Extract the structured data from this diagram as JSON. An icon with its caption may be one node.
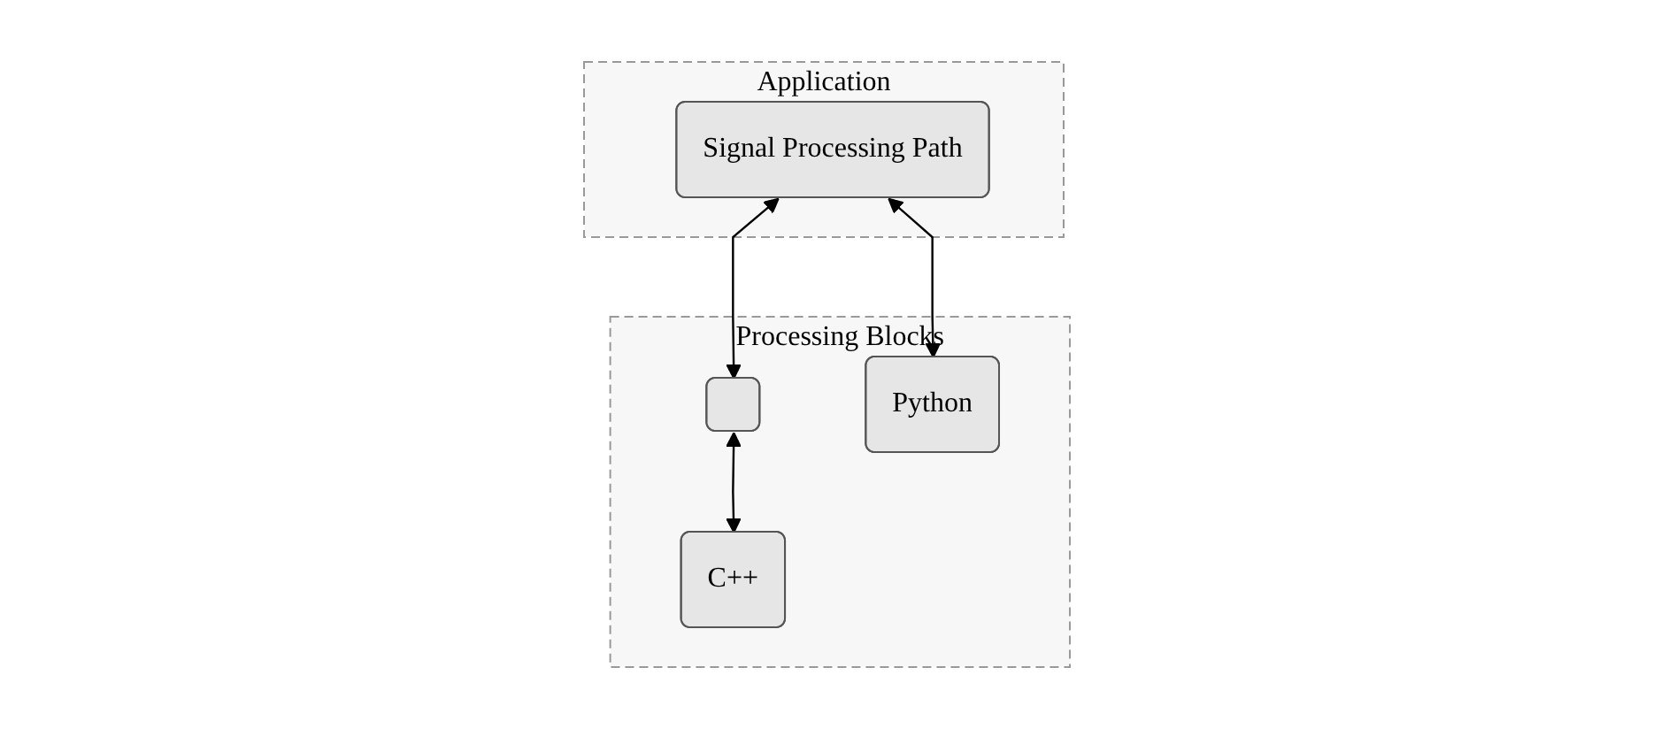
{
  "diagram": {
    "nodes": [
      {
        "text": [
          "Application"
        ]
      },
      {
        "text": [
          "Signal Processing Path"
        ],
        "in": 0
      },
      {
        "text": [
          "Processing Blocks"
        ]
      },
      {
        "text": [],
        "shape": "box",
        "in": 2
      },
      {
        "text": [
          "Python"
        ],
        "in": 2
      },
      {
        "text": [
          "C++"
        ],
        "in": 2
      }
    ],
    "edges": [
      {
        "from": 1,
        "to": 3,
        "arrow": "both"
      },
      {
        "from": 1,
        "to": 4,
        "arrow": "both"
      },
      {
        "from": 3,
        "to": 5,
        "arrow": "both"
      }
    ]
  }
}
